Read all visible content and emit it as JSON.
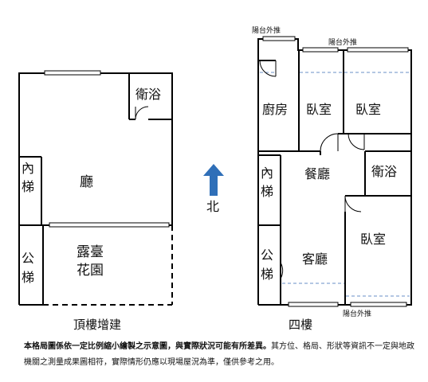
{
  "left_plan": {
    "rooms": {
      "bath": "衛浴",
      "inner_stair": "內梯",
      "hall": "廳",
      "public_stair": "公梯",
      "terrace_line1": "露臺",
      "terrace_line2": "花園"
    },
    "caption": "頂樓增建"
  },
  "right_plan": {
    "rooms": {
      "kitchen": "廚房",
      "bedroom1": "臥室",
      "bedroom2": "臥室",
      "dining": "餐廳",
      "bath": "衛浴",
      "inner_stair": "內梯",
      "living": "客廳",
      "public_stair": "公梯",
      "bedroom3": "臥室"
    },
    "balcony_top_left": "陽台外推",
    "balcony_top_right": "陽台外推",
    "balcony_bottom": "陽台外推",
    "caption": "四樓"
  },
  "compass": {
    "label": "北",
    "arrow_color": "#2f6fb8"
  },
  "note": {
    "bold_part": "本格局圖係依一定比例縮小繪製之示意圖，與實際狀況可能有所差異。",
    "rest": "其方位、格局、形狀等資訊不一定與地政機關之測量成果圖相符，實際情形仍應以現場屋況為準，僅供參考之用。"
  }
}
